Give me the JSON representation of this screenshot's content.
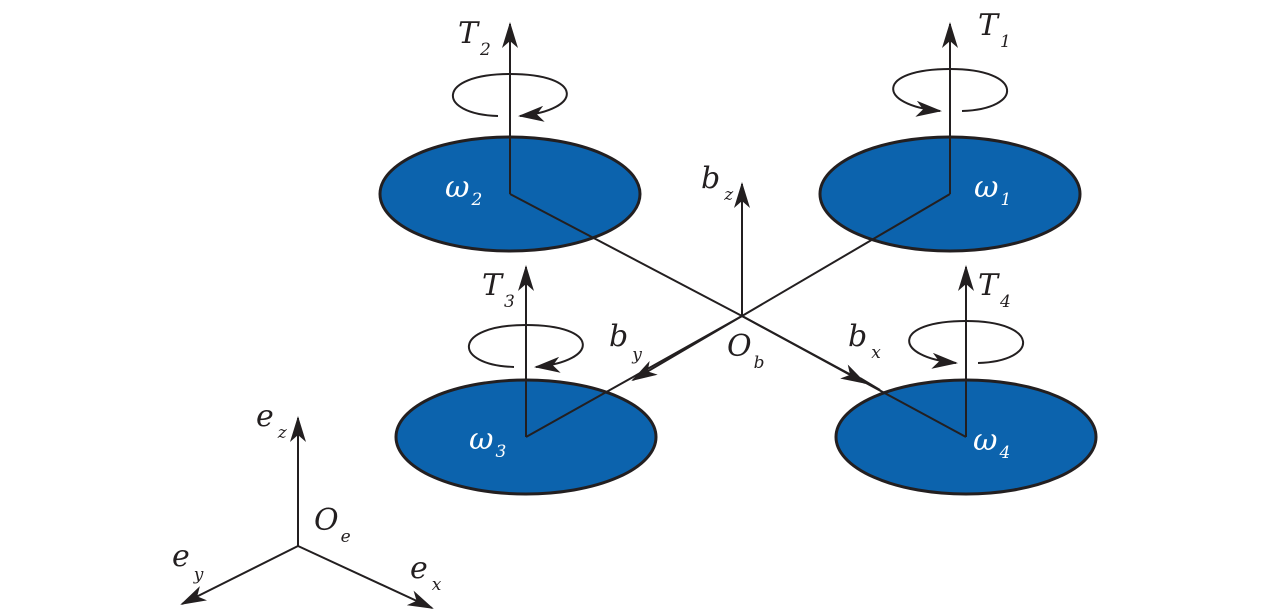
{
  "colors": {
    "rotor_fill": "#0c63ad",
    "stroke": "#231f20",
    "line": "#231f20",
    "rotor_label": "#ffffff"
  },
  "rotors": [
    {
      "id": "rotor-1",
      "omega_label": "ω",
      "omega_sub": "1",
      "thrust_label": "T",
      "thrust_sub": "1",
      "spin": "clockwise"
    },
    {
      "id": "rotor-2",
      "omega_label": "ω",
      "omega_sub": "2",
      "thrust_label": "T",
      "thrust_sub": "2",
      "spin": "counterclockwise"
    },
    {
      "id": "rotor-3",
      "omega_label": "ω",
      "omega_sub": "3",
      "thrust_label": "T",
      "thrust_sub": "3",
      "spin": "counterclockwise"
    },
    {
      "id": "rotor-4",
      "omega_label": "ω",
      "omega_sub": "4",
      "thrust_label": "T",
      "thrust_sub": "4",
      "spin": "clockwise"
    }
  ],
  "body_frame": {
    "origin": {
      "main": "O",
      "sub": "b"
    },
    "x": {
      "main": "b",
      "sub": "x"
    },
    "y": {
      "main": "b",
      "sub": "y"
    },
    "z": {
      "main": "b",
      "sub": "z"
    }
  },
  "earth_frame": {
    "origin": {
      "main": "O",
      "sub": "e"
    },
    "x": {
      "main": "e",
      "sub": "x"
    },
    "y": {
      "main": "e",
      "sub": "y"
    },
    "z": {
      "main": "e",
      "sub": "z"
    }
  }
}
